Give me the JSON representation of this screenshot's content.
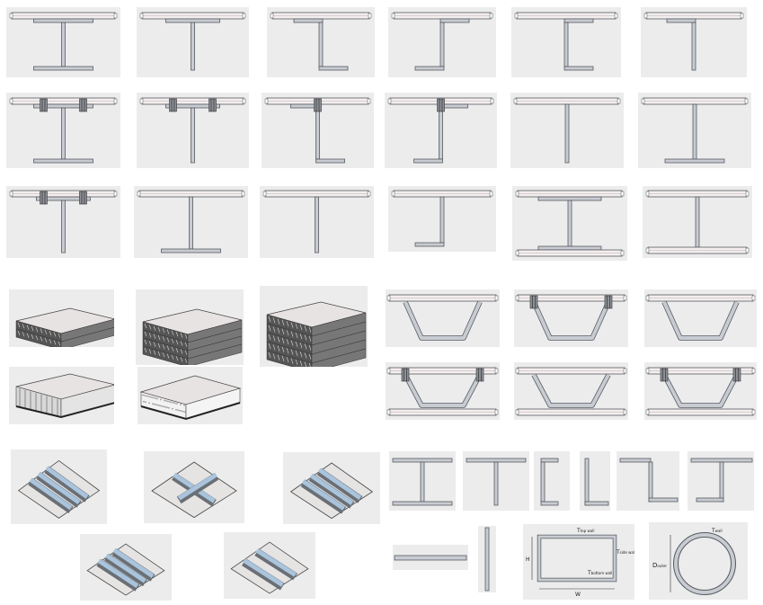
{
  "labels": {
    "t_top": "T",
    "t_top_sub": "top wall",
    "t_side": "T",
    "t_side_sub": "side wall",
    "t_bottom": "T",
    "t_bottom_sub": "bottom wall",
    "h": "H",
    "w": "W",
    "t_wall": "T",
    "t_wall_sub": "wall",
    "d": "D",
    "d_sub": "outer"
  },
  "colors": {
    "tile_bg": "#ececec",
    "plate": "#f4eeee",
    "steel": "#c8ccd2",
    "stroke": "#555a60",
    "flange_blue": "#a9c4dc"
  }
}
